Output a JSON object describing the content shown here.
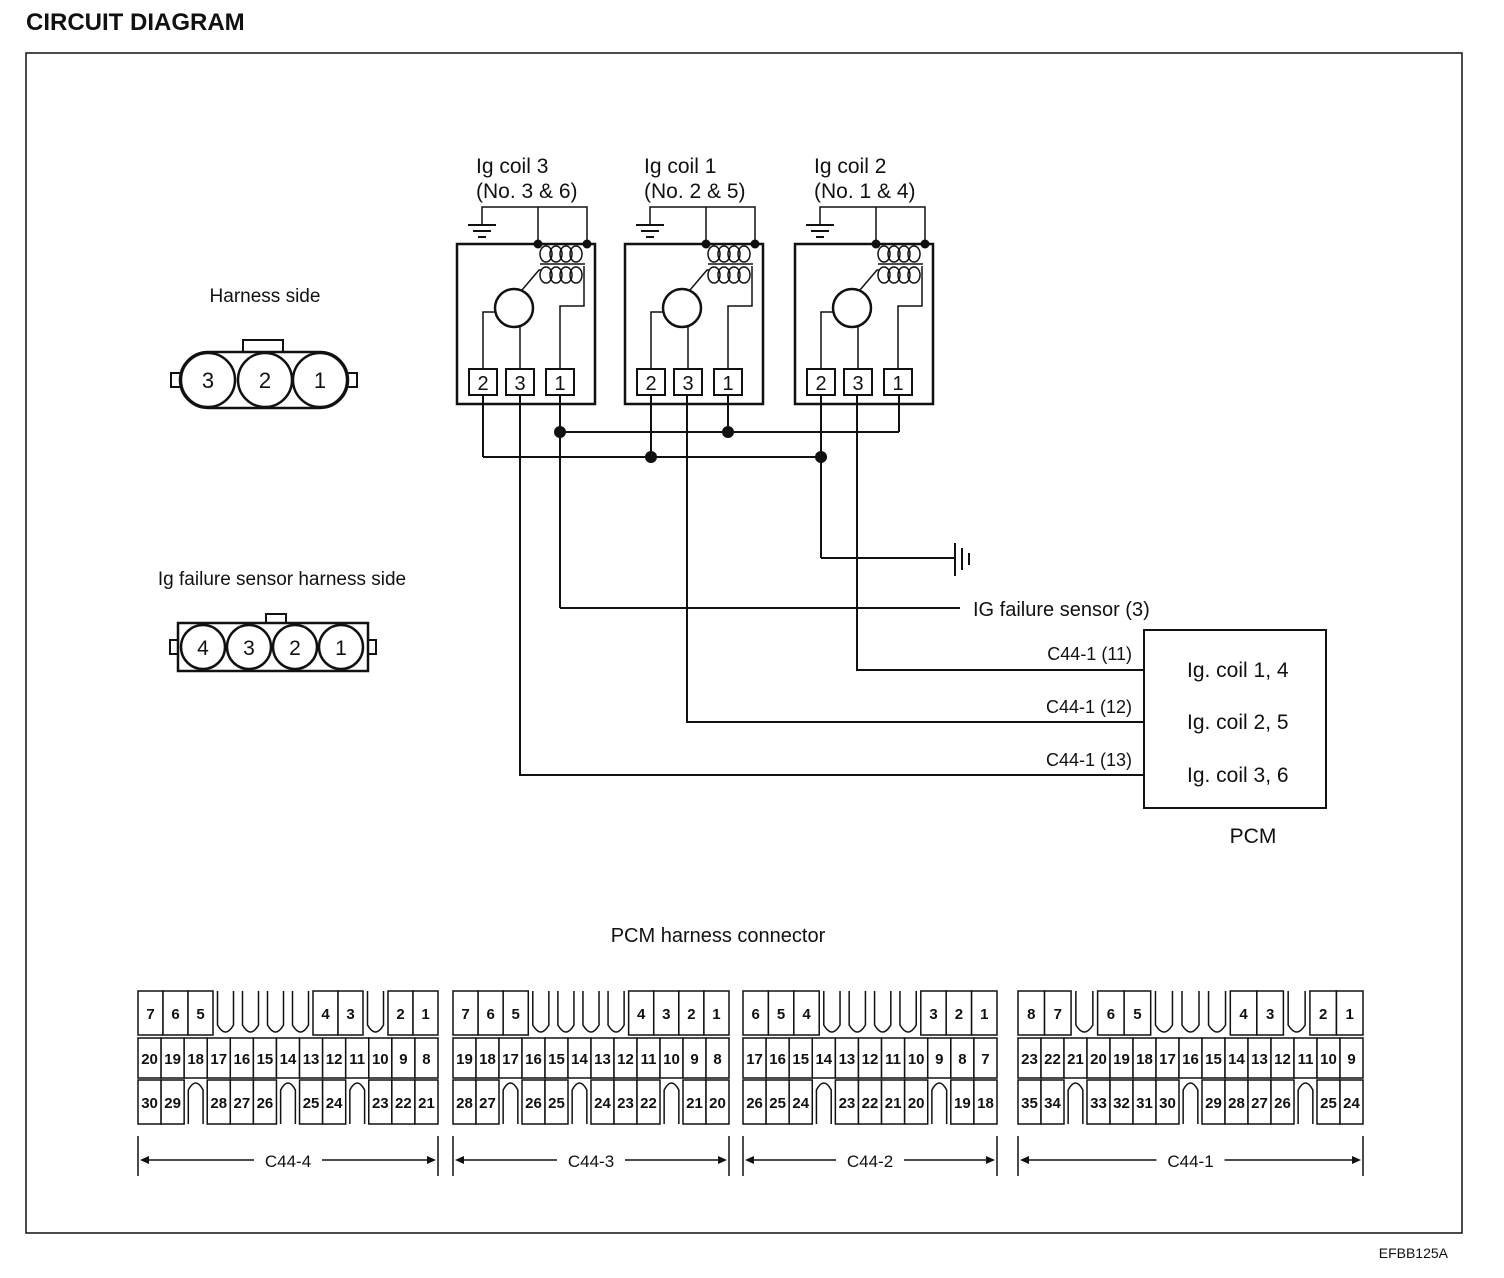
{
  "title": "CIRCUIT DIAGRAM",
  "figure_code": "EFBB125A",
  "harness_side": {
    "label": "Harness side",
    "pins": [
      "3",
      "2",
      "1"
    ]
  },
  "ig_failure_sensor_harness_side": {
    "label": "Ig failure sensor harness side",
    "pins": [
      "4",
      "3",
      "2",
      "1"
    ]
  },
  "coils": [
    {
      "name": "Ig coil 3",
      "cylinders": "(No. 3 & 6)",
      "pins": [
        "2",
        "3",
        "1"
      ]
    },
    {
      "name": "Ig coil 1",
      "cylinders": "(No. 2 & 5)",
      "pins": [
        "2",
        "3",
        "1"
      ]
    },
    {
      "name": "Ig coil 2",
      "cylinders": "(No. 1 & 4)",
      "pins": [
        "2",
        "3",
        "1"
      ]
    }
  ],
  "ig_failure_sensor_label": "IG failure sensor (3)",
  "pcm": {
    "label": "PCM",
    "terminals": [
      {
        "wire": "C44-1 (11)",
        "name": "Ig. coil 1, 4"
      },
      {
        "wire": "C44-1 (12)",
        "name": "Ig. coil 2, 5"
      },
      {
        "wire": "C44-1 (13)",
        "name": "Ig. coil 3, 6"
      }
    ]
  },
  "pcm_connector": {
    "label": "PCM harness connector",
    "blocks": [
      {
        "name": "C44-4",
        "rows": [
          [
            "7",
            "6",
            "5",
            "",
            "",
            "",
            "",
            "4",
            "3",
            "",
            "2",
            "1"
          ],
          [
            "20",
            "19",
            "18",
            "17",
            "16",
            "15",
            "14",
            "13",
            "12",
            "11",
            "10",
            "9",
            "8"
          ],
          [
            "30",
            "29",
            "",
            "28",
            "27",
            "26",
            "",
            "25",
            "24",
            "",
            "23",
            "22",
            "21"
          ]
        ]
      },
      {
        "name": "C44-3",
        "rows": [
          [
            "7",
            "6",
            "5",
            "",
            "",
            "",
            "",
            "4",
            "3",
            "2",
            "1"
          ],
          [
            "19",
            "18",
            "17",
            "16",
            "15",
            "14",
            "13",
            "12",
            "11",
            "10",
            "9",
            "8"
          ],
          [
            "28",
            "27",
            "",
            "26",
            "25",
            "",
            "24",
            "23",
            "22",
            "",
            "21",
            "20"
          ]
        ]
      },
      {
        "name": "C44-2",
        "rows": [
          [
            "6",
            "5",
            "4",
            "",
            "",
            "",
            "",
            "3",
            "2",
            "1"
          ],
          [
            "17",
            "16",
            "15",
            "14",
            "13",
            "12",
            "11",
            "10",
            "9",
            "8",
            "7"
          ],
          [
            "26",
            "25",
            "24",
            "",
            "23",
            "22",
            "21",
            "20",
            "",
            "19",
            "18"
          ]
        ]
      },
      {
        "name": "C44-1",
        "rows": [
          [
            "8",
            "7",
            "",
            "6",
            "5",
            "",
            "",
            "",
            "4",
            "3",
            "",
            "2",
            "1"
          ],
          [
            "23",
            "22",
            "21",
            "20",
            "19",
            "18",
            "17",
            "16",
            "15",
            "14",
            "13",
            "12",
            "11",
            "10",
            "9"
          ],
          [
            "35",
            "34",
            "",
            "33",
            "32",
            "31",
            "30",
            "",
            "29",
            "28",
            "27",
            "26",
            "",
            "25",
            "24"
          ]
        ]
      }
    ]
  }
}
